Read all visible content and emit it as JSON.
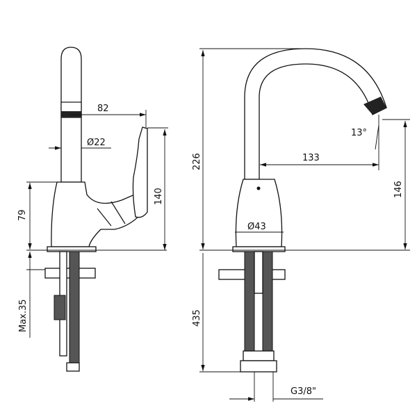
{
  "side_view": {
    "dim_reach": "82",
    "dim_spout_diameter": "Ø22",
    "dim_lever_height": "140",
    "dim_body_height": "79",
    "dim_max_counter": "Max.35"
  },
  "front_view": {
    "dim_total_height": "226",
    "dim_angle": "13°",
    "dim_spout_reach": "133",
    "dim_outlet_height": "146",
    "dim_body_diameter": "Ø43",
    "dim_hose_length": "435",
    "dim_thread": "G3/8\""
  },
  "colors": {
    "line": "#111111",
    "hatch": "#555555"
  }
}
